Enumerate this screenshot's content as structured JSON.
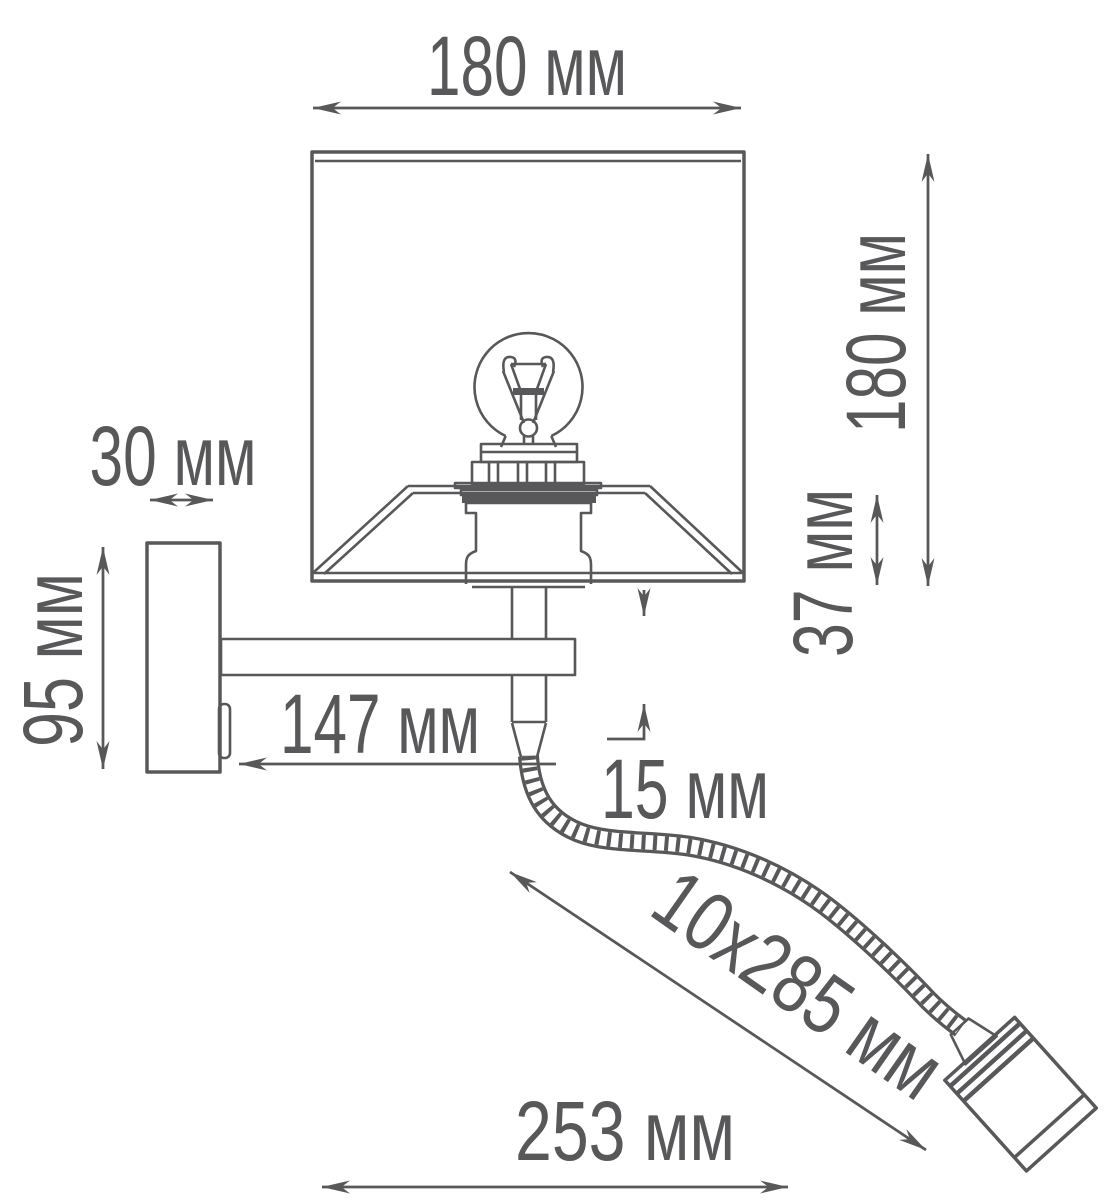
{
  "diagram": {
    "type": "technical dimension drawing",
    "subject": "wall sconce with shade and flexible LED reading arm",
    "unit": "мм",
    "line_color": "#58585a",
    "background_color": "#ffffff",
    "dimensions": {
      "shade_width": {
        "label": "180 мм",
        "value": 180,
        "orientation": "horizontal-top"
      },
      "shade_height": {
        "label": "180 мм",
        "value": 180,
        "orientation": "vertical-right"
      },
      "shade_lower_part": {
        "label": "37 мм",
        "value": 37,
        "orientation": "vertical-right"
      },
      "backplate_depth": {
        "label": "30 мм",
        "value": 30,
        "orientation": "horizontal-left"
      },
      "backplate_height": {
        "label": "95 мм",
        "value": 95,
        "orientation": "vertical-left"
      },
      "arm_projection": {
        "label": "147 мм",
        "value": 147,
        "orientation": "horizontal-middle"
      },
      "stem_gap": {
        "label": "15 мм",
        "value": 15,
        "orientation": "vertical-middle"
      },
      "flexible_arm": {
        "label": "10x285 мм",
        "value": "10x285",
        "orientation": "diagonal"
      },
      "bottom_reach": {
        "label": "253 мм",
        "value": 253,
        "orientation": "horizontal-bottom"
      }
    }
  }
}
